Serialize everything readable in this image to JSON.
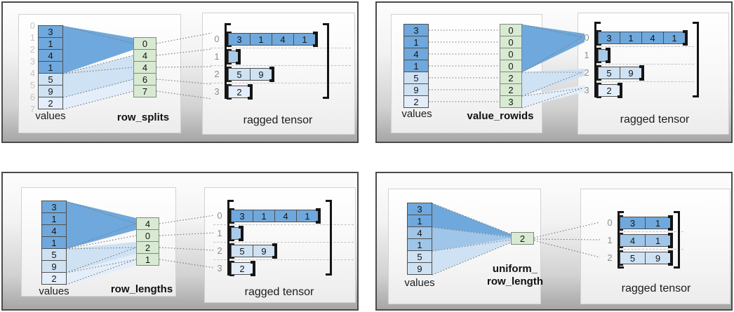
{
  "palette": {
    "dark_blue": "#6fa8dc",
    "medium_blue": "#9fc5e8",
    "light_blue": "#cfe2f3",
    "pale_blue": "#e3eefa",
    "empty_blue": "#a9cbea",
    "green": "#d9ead3"
  },
  "panels": [
    {
      "id": "row_splits",
      "values_label": "values",
      "method_label_lines": [
        "row_splits"
      ],
      "tensor_label": "ragged tensor",
      "value_indices": [
        "0",
        "1",
        "2",
        "3",
        "4",
        "5",
        "6",
        "7"
      ],
      "values": [
        {
          "v": "3",
          "c": "dark_blue"
        },
        {
          "v": "1",
          "c": "dark_blue"
        },
        {
          "v": "4",
          "c": "dark_blue"
        },
        {
          "v": "1",
          "c": "dark_blue"
        },
        {
          "v": "5",
          "c": "light_blue"
        },
        {
          "v": "9",
          "c": "light_blue"
        },
        {
          "v": "2",
          "c": "pale_blue"
        }
      ],
      "method_cells": [
        {
          "v": "0"
        },
        {
          "v": "4"
        },
        {
          "v": "4"
        },
        {
          "v": "6"
        },
        {
          "v": "7"
        }
      ],
      "ragged": {
        "rows": [
          {
            "index": "0",
            "cells": [
              "3",
              "1",
              "4",
              "1"
            ],
            "c": "dark_blue"
          },
          {
            "index": "1",
            "cells": [],
            "c": "empty_blue"
          },
          {
            "index": "2",
            "cells": [
              "5",
              "9"
            ],
            "c": "light_blue"
          },
          {
            "index": "3",
            "cells": [
              "2"
            ],
            "c": "pale_blue"
          }
        ]
      }
    },
    {
      "id": "value_rowids",
      "values_label": "values",
      "method_label_lines": [
        "value_rowids"
      ],
      "tensor_label": "ragged tensor",
      "values": [
        {
          "v": "3",
          "c": "dark_blue"
        },
        {
          "v": "1",
          "c": "dark_blue"
        },
        {
          "v": "4",
          "c": "dark_blue"
        },
        {
          "v": "1",
          "c": "dark_blue"
        },
        {
          "v": "5",
          "c": "light_blue"
        },
        {
          "v": "9",
          "c": "light_blue"
        },
        {
          "v": "2",
          "c": "pale_blue"
        }
      ],
      "method_cells": [
        {
          "v": "0"
        },
        {
          "v": "0"
        },
        {
          "v": "0"
        },
        {
          "v": "0"
        },
        {
          "v": "2"
        },
        {
          "v": "2"
        },
        {
          "v": "3"
        }
      ],
      "ragged": {
        "rows": [
          {
            "index": "0",
            "cells": [
              "3",
              "1",
              "4",
              "1"
            ],
            "c": "dark_blue"
          },
          {
            "index": "1",
            "cells": [],
            "c": "empty_blue"
          },
          {
            "index": "2",
            "cells": [
              "5",
              "9"
            ],
            "c": "light_blue"
          },
          {
            "index": "3",
            "cells": [
              "2"
            ],
            "c": "pale_blue"
          }
        ]
      }
    },
    {
      "id": "row_lengths",
      "values_label": "values",
      "method_label_lines": [
        "row_lengths"
      ],
      "tensor_label": "ragged tensor",
      "values": [
        {
          "v": "3",
          "c": "dark_blue"
        },
        {
          "v": "1",
          "c": "dark_blue"
        },
        {
          "v": "4",
          "c": "dark_blue"
        },
        {
          "v": "1",
          "c": "dark_blue"
        },
        {
          "v": "5",
          "c": "light_blue"
        },
        {
          "v": "9",
          "c": "light_blue"
        },
        {
          "v": "2",
          "c": "pale_blue"
        }
      ],
      "method_cells": [
        {
          "v": "4"
        },
        {
          "v": "0"
        },
        {
          "v": "2"
        },
        {
          "v": "1"
        }
      ],
      "ragged": {
        "rows": [
          {
            "index": "0",
            "cells": [
              "3",
              "1",
              "4",
              "1"
            ],
            "c": "dark_blue"
          },
          {
            "index": "1",
            "cells": [],
            "c": "empty_blue"
          },
          {
            "index": "2",
            "cells": [
              "5",
              "9"
            ],
            "c": "light_blue"
          },
          {
            "index": "3",
            "cells": [
              "2"
            ],
            "c": "pale_blue"
          }
        ]
      }
    },
    {
      "id": "uniform_row_length",
      "values_label": "values",
      "method_label_lines": [
        "uniform_",
        "row_length"
      ],
      "tensor_label": "ragged tensor",
      "values": [
        {
          "v": "3",
          "c": "dark_blue"
        },
        {
          "v": "1",
          "c": "dark_blue"
        },
        {
          "v": "4",
          "c": "medium_blue"
        },
        {
          "v": "1",
          "c": "medium_blue"
        },
        {
          "v": "5",
          "c": "light_blue"
        },
        {
          "v": "9",
          "c": "light_blue"
        }
      ],
      "method_cells": [
        {
          "v": "2"
        }
      ],
      "ragged": {
        "rows": [
          {
            "index": "0",
            "cells": [
              "3",
              "1"
            ],
            "c": "dark_blue"
          },
          {
            "index": "1",
            "cells": [
              "4",
              "1"
            ],
            "c": "medium_blue"
          },
          {
            "index": "2",
            "cells": [
              "5",
              "9"
            ],
            "c": "light_blue"
          }
        ]
      }
    }
  ]
}
